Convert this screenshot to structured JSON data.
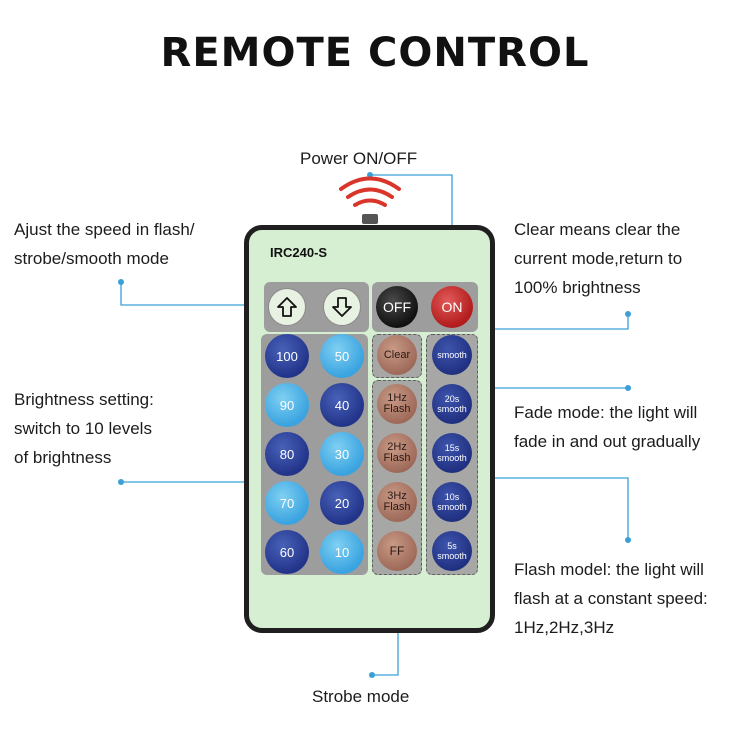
{
  "title": "REMOTE CONTROL",
  "model": "IRC240-S",
  "annotations": {
    "power": "Power ON/OFF",
    "speed": [
      "Ajust the speed in flash/",
      "strobe/smooth mode"
    ],
    "clear": [
      "Clear means clear the",
      "current mode,return to",
      "100% brightness"
    ],
    "brightness": [
      "Brightness setting:",
      "switch to 10 levels",
      "of brightness"
    ],
    "fade": [
      "Fade mode: the light will",
      "fade in and out gradually"
    ],
    "flash": [
      "Flash model: the light will",
      "flash at a constant speed:",
      "1Hz,2Hz,3Hz"
    ],
    "strobe": "Strobe mode"
  },
  "buttons": {
    "up_icon": "up-arrow-icon",
    "down_icon": "down-arrow-icon",
    "off": "OFF",
    "on": "ON",
    "brightness": [
      "100",
      "50",
      "90",
      "40",
      "80",
      "30",
      "70",
      "20",
      "60",
      "10"
    ],
    "clear": "Clear",
    "flash_1hz": [
      "1Hz",
      "Flash"
    ],
    "flash_2hz": [
      "2Hz",
      "Flash"
    ],
    "flash_3hz": [
      "3Hz",
      "Flash"
    ],
    "ff": "FF",
    "smooth": "smooth",
    "smooth_20s": [
      "20s",
      "smooth"
    ],
    "smooth_15s": [
      "15s",
      "smooth"
    ],
    "smooth_10s": [
      "10s",
      "smooth"
    ],
    "smooth_5s": [
      "5s",
      "smooth"
    ]
  },
  "colors": {
    "remote_body": "#d6efd2",
    "leader_line": "#3aa0d8",
    "signal_waves": "#d9352b",
    "on_button": "#b21c1c",
    "off_button": "#111111"
  }
}
